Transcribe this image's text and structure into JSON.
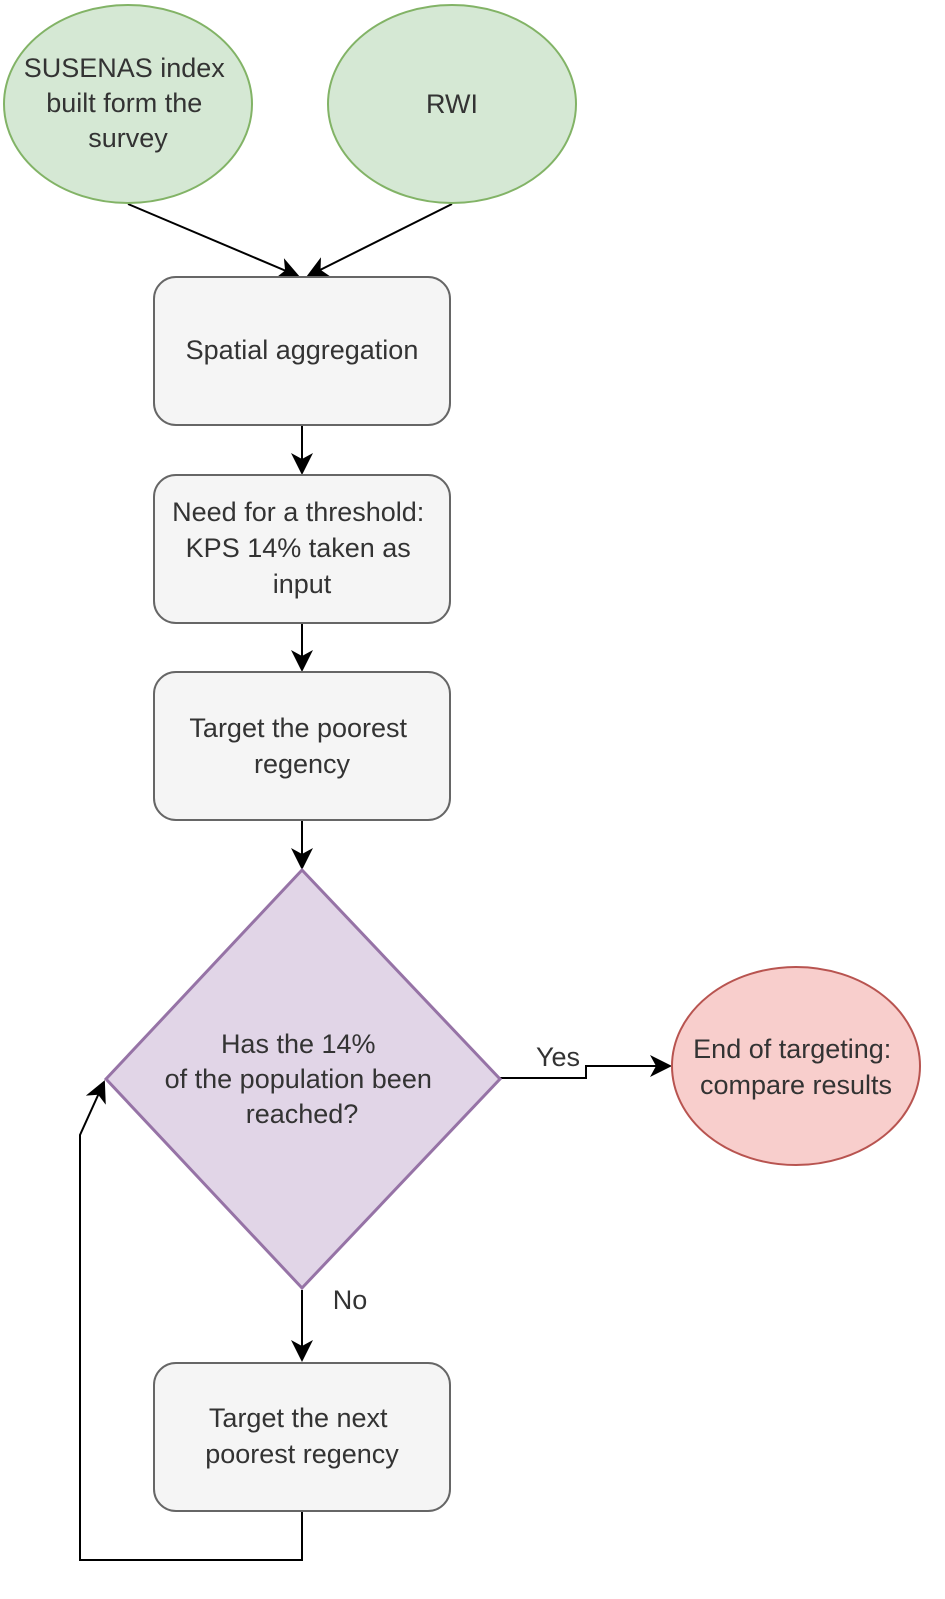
{
  "colors": {
    "input_fill": "#d5e8d4",
    "input_stroke": "#82b366",
    "process_fill": "#f5f5f5",
    "process_stroke": "#666666",
    "decision_fill": "#e1d5e7",
    "decision_stroke": "#9673a6",
    "end_fill": "#f8cecc",
    "end_stroke": "#b85450",
    "edge": "#000000",
    "text": "#333333"
  },
  "nodes": {
    "susenas": {
      "shape": "ellipse",
      "lines": [
        "SUSENAS index",
        "built form the",
        "survey"
      ]
    },
    "rwi": {
      "shape": "ellipse",
      "lines": [
        "RWI"
      ]
    },
    "spatial": {
      "shape": "rounded-rect",
      "lines": [
        "Spatial aggregation"
      ]
    },
    "threshold": {
      "shape": "rounded-rect",
      "lines": [
        "Need for a threshold:",
        "KPS 14% taken as",
        "input"
      ]
    },
    "target_poorest": {
      "shape": "rounded-rect",
      "lines": [
        "Target the poorest",
        "regency"
      ]
    },
    "decision": {
      "shape": "diamond",
      "lines": [
        "Has the 14%",
        "of the population been",
        "reached?"
      ]
    },
    "end": {
      "shape": "ellipse",
      "lines": [
        "End of targeting:",
        "compare results"
      ]
    },
    "target_next": {
      "shape": "rounded-rect",
      "lines": [
        "Target the next",
        "poorest regency"
      ]
    }
  },
  "edges": {
    "yes": "Yes",
    "no": "No"
  }
}
